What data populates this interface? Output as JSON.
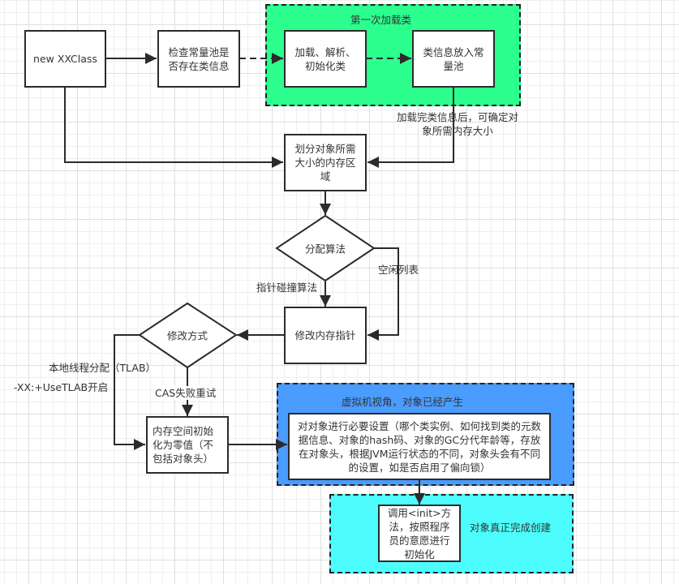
{
  "colors": {
    "first_load_group": "#2cff8e",
    "vm_view_group": "#4a9cff",
    "init_group": "#4dfdfd",
    "stroke": "#2b2b2b",
    "grid_major": "#e0e0e0",
    "grid_minor": "#efefef"
  },
  "groups": {
    "first_load": {
      "title": "第一次加载类"
    },
    "vm_view": {
      "title": "虚拟机视角，对象已经产生"
    },
    "init": {
      "title": "对象真正完成创建"
    }
  },
  "nodes": {
    "new_class": "new XXClass",
    "check_pool": "检查常量池是否存在类信息",
    "load_class": "加载、解析、初始化类",
    "put_pool": "类信息放入常量池",
    "allocate_region": "划分对象所需大小的内存区域",
    "alloc_algo": "分配算法",
    "modify_pointer": "修改内存指针",
    "modify_method": "修改方式",
    "zero_init": "内存空间初始化为零值（不包括对象头）",
    "setup_object": "对对象进行必要设置（哪个类实例、如何找到类的元数据信息、对象的hash码、对象的GC分代年龄等，存放在对象头，根据JVM运行状态的不同，对象头会有不同的设置，如是否启用了偏向锁）",
    "call_init": "调用<init>方法，按照程序员的意愿进行初始化"
  },
  "edge_labels": {
    "after_load": "加载完类信息后，可确定对象所需内存大小",
    "free_list": "空闲列表",
    "bump_pointer": "指针碰撞算法",
    "tlab": "本地线程分配（TLAB）",
    "tlab_flag": "-XX:+UseTLAB开启",
    "cas_retry": "CAS失败重试"
  }
}
